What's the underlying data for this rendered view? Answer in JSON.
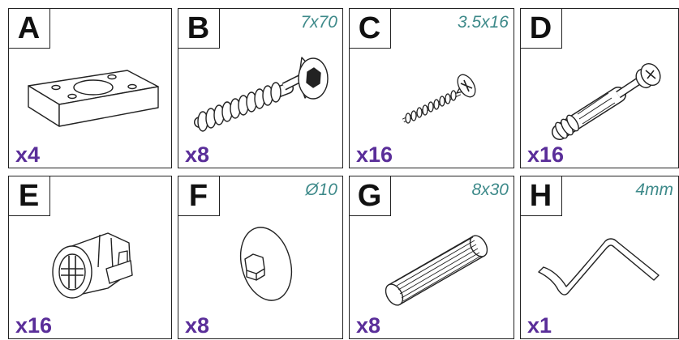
{
  "colors": {
    "letter": "#111111",
    "size": "#3e8a8a",
    "quantity": "#5a2e99",
    "border": "#222222"
  },
  "parts": [
    {
      "letter": "A",
      "size": "",
      "quantity": "x4",
      "icon": "connector-block-icon"
    },
    {
      "letter": "B",
      "size": "7x70",
      "quantity": "x8",
      "icon": "confirmat-screw-icon"
    },
    {
      "letter": "C",
      "size": "3.5x16",
      "quantity": "x16",
      "icon": "wood-screw-icon"
    },
    {
      "letter": "D",
      "size": "",
      "quantity": "x16",
      "icon": "cam-bolt-icon"
    },
    {
      "letter": "E",
      "size": "",
      "quantity": "x16",
      "icon": "cam-lock-icon"
    },
    {
      "letter": "F",
      "size": "Ø10",
      "quantity": "x8",
      "icon": "cover-cap-icon"
    },
    {
      "letter": "G",
      "size": "8x30",
      "quantity": "x8",
      "icon": "wooden-dowel-icon"
    },
    {
      "letter": "H",
      "size": "4mm",
      "quantity": "x1",
      "icon": "hex-key-icon"
    }
  ]
}
